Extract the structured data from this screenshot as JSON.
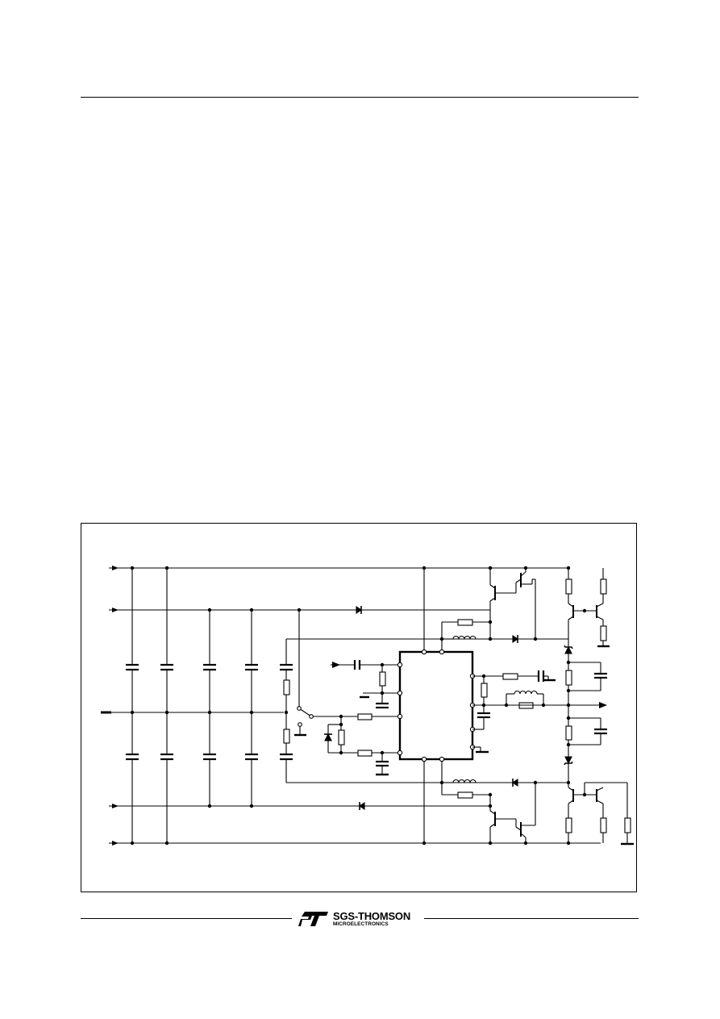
{
  "header": {
    "rule": "top-rule"
  },
  "figure": {
    "content": "circuit-schematic",
    "labels": []
  },
  "footer": {
    "logo": {
      "name": "SGS-THOMSON",
      "subtitle": "MICROELECTRONICS",
      "icon": "st-logo-icon"
    }
  },
  "colors": {
    "ink": "#000000",
    "paper": "#ffffff"
  }
}
